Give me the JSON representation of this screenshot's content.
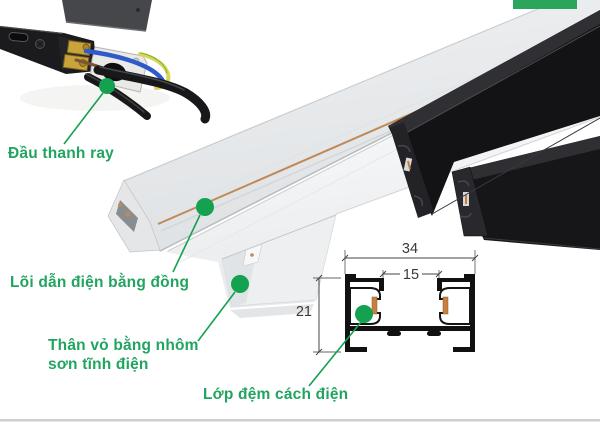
{
  "annotations": {
    "accent_green": "#1ca352",
    "labels": [
      {
        "id": "track-head",
        "text": "Đầu thanh ray"
      },
      {
        "id": "copper-core",
        "text": "Lõi dẫn điện bằng đồng"
      },
      {
        "id": "aluminum-body",
        "text": "Thân vỏ bằng nhôm",
        "text2": "sơn tĩnh điện"
      },
      {
        "id": "insulation",
        "text": "Lớp đệm cách điện"
      }
    ],
    "markers": [
      {
        "id": "marker-track-head"
      },
      {
        "id": "marker-copper-core"
      },
      {
        "id": "marker-aluminum-body"
      },
      {
        "id": "marker-insulation"
      }
    ],
    "top_right_tag_color": "#2aa55b"
  },
  "diagram": {
    "dimensions": {
      "width": "34",
      "opening": "15",
      "height": "21"
    },
    "copper_color": "#c87f3f"
  },
  "photo": {
    "elements": [
      "track-end-connector",
      "power-wires",
      "white-track-rail-back",
      "white-track-rail-front",
      "black-track-rail-1",
      "black-track-rail-2"
    ]
  }
}
